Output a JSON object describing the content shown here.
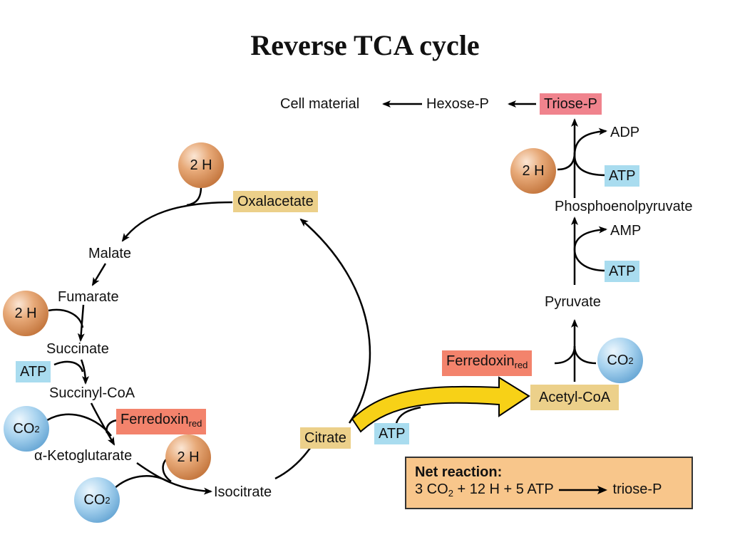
{
  "title": "Reverse TCA cycle",
  "top_row": {
    "cell_material": "Cell material",
    "hexose_p": "Hexose-P",
    "triose_p": "Triose-P"
  },
  "right_pathway": {
    "adp": "ADP",
    "atp_1": "ATP",
    "h2_ball": "2 H",
    "pep": "Phosphoenolpyruvate",
    "amp": "AMP",
    "atp_2": "ATP",
    "pyruvate": "Pyruvate",
    "ferredoxin": "Ferredoxin",
    "ferredoxin_sub": "red",
    "co2": "CO",
    "co2_sub": "2",
    "acetyl_coa": "Acetyl-CoA"
  },
  "cycle": {
    "h2_top": "2 H",
    "oxalacetate": "Oxalacetate",
    "malate": "Malate",
    "fumarate": "Fumarate",
    "h2_left": "2 H",
    "succinate": "Succinate",
    "atp": "ATP",
    "succinyl_coa": "Succinyl-CoA",
    "co2_left": "CO",
    "co2_left_sub": "2",
    "ferredoxin": "Ferredoxin",
    "ferredoxin_sub": "red",
    "alpha_kg": "α-Ketoglutarate",
    "h2_bottom": "2 H",
    "co2_bottom": "CO",
    "co2_bottom_sub": "2",
    "isocitrate": "Isocitrate",
    "citrate": "Citrate",
    "atp_citrate": "ATP"
  },
  "net_reaction": {
    "heading": "Net reaction:",
    "lhs_prefix": "3 CO",
    "lhs_sub": "2",
    "lhs_rest": " + 12 H + 5 ATP",
    "product": "triose-P"
  },
  "colors": {
    "metabolite_box": "#ecd08a",
    "atp_box": "#a9dcef",
    "ferredoxin_box": "#f3836c",
    "triose_box": "#f0838d",
    "net_box": "#f8c68b",
    "big_arrow": "#f7d117"
  }
}
